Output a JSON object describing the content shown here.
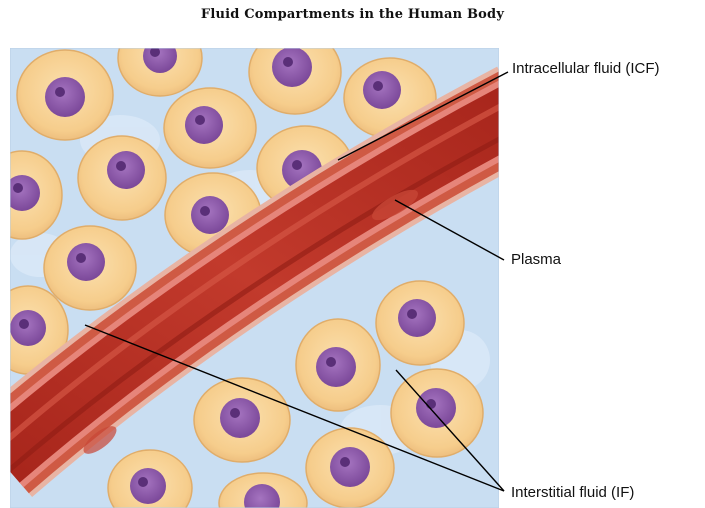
{
  "title": "Fluid Compartments in the Human Body",
  "labels": {
    "icf": "Intracellular fluid (ICF)",
    "plasma": "Plasma",
    "interstitial": "Interstitial fluid (IF)"
  },
  "colors": {
    "interstitial_fluid": "#c9def2",
    "cell_fill": "#f7cf8f",
    "cell_edge": "#e0ad6a",
    "nucleus": "#8f5aa8",
    "nucleolus": "#5a2f78",
    "vessel_wall": "#c44a36",
    "vessel_lumen": "#b52d22"
  }
}
